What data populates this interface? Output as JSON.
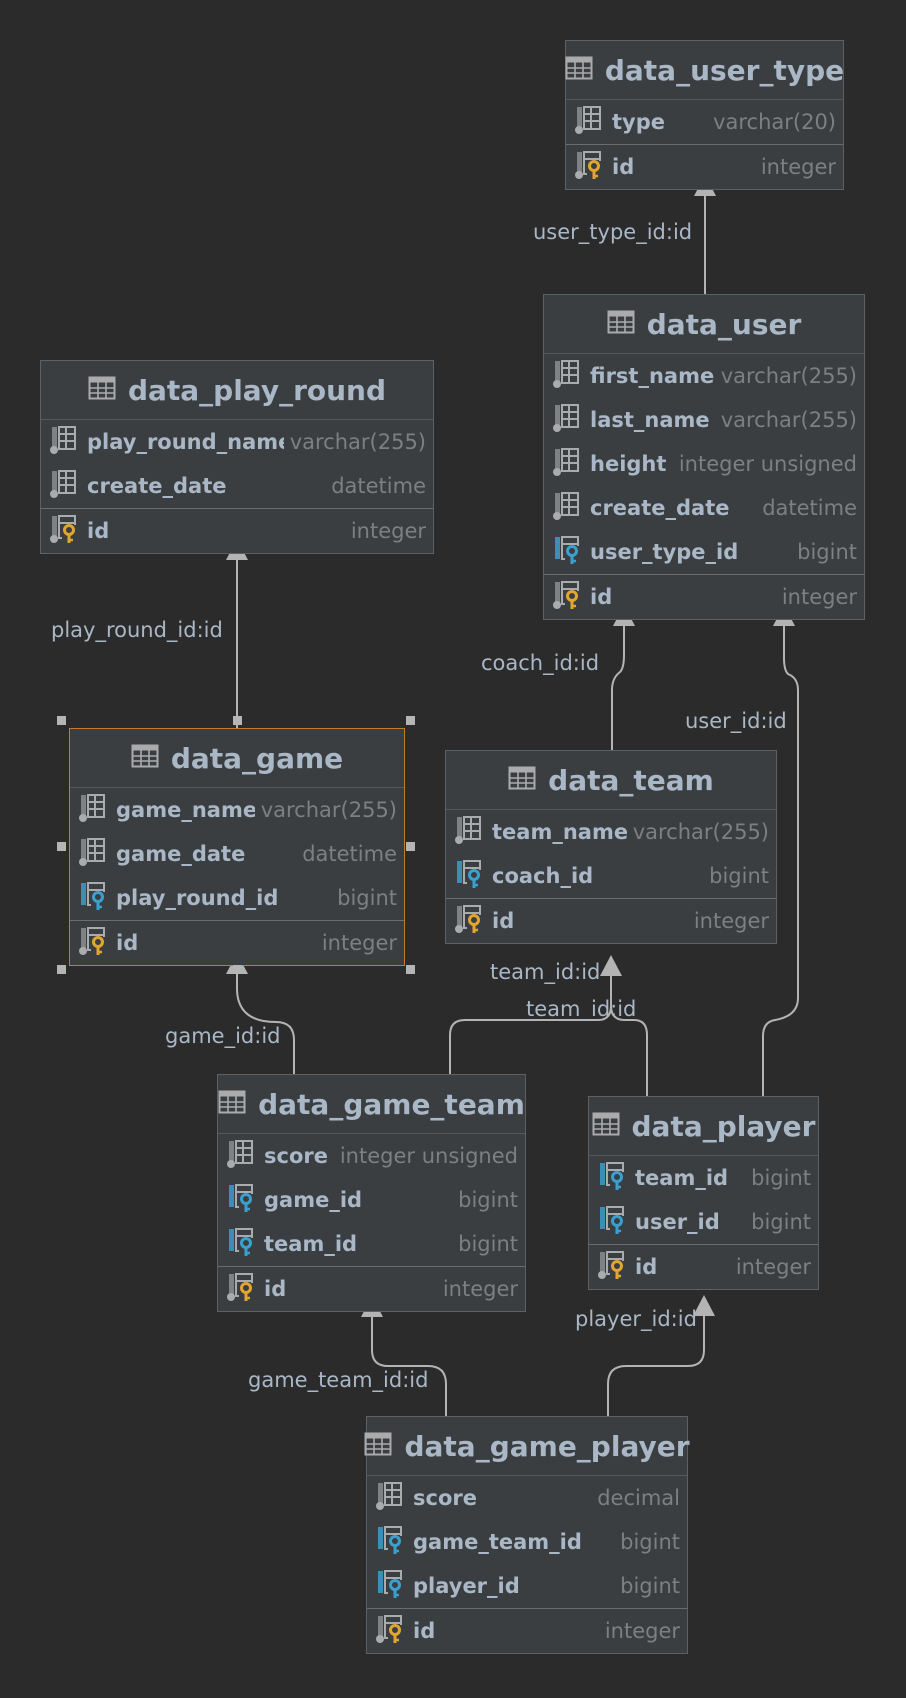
{
  "tables": [
    {
      "id": "data_user_type",
      "title": "data_user_type",
      "columns": [
        {
          "name": "type",
          "type": "varchar(20)",
          "kind": "col"
        }
      ],
      "pk": {
        "name": "id",
        "type": "integer"
      }
    },
    {
      "id": "data_user",
      "title": "data_user",
      "columns": [
        {
          "name": "first_name",
          "type": "varchar(255)",
          "kind": "col"
        },
        {
          "name": "last_name",
          "type": "varchar(255)",
          "kind": "col"
        },
        {
          "name": "height",
          "type": "integer unsigned",
          "kind": "col"
        },
        {
          "name": "create_date",
          "type": "datetime",
          "kind": "col"
        },
        {
          "name": "user_type_id",
          "type": "bigint",
          "kind": "fk"
        }
      ],
      "pk": {
        "name": "id",
        "type": "integer"
      }
    },
    {
      "id": "data_play_round",
      "title": "data_play_round",
      "columns": [
        {
          "name": "play_round_name",
          "type": "varchar(255)",
          "kind": "col"
        },
        {
          "name": "create_date",
          "type": "datetime",
          "kind": "col"
        }
      ],
      "pk": {
        "name": "id",
        "type": "integer"
      }
    },
    {
      "id": "data_game",
      "title": "data_game",
      "selected": true,
      "columns": [
        {
          "name": "game_name",
          "type": "varchar(255)",
          "kind": "col"
        },
        {
          "name": "game_date",
          "type": "datetime",
          "kind": "col"
        },
        {
          "name": "play_round_id",
          "type": "bigint",
          "kind": "fk"
        }
      ],
      "pk": {
        "name": "id",
        "type": "integer"
      }
    },
    {
      "id": "data_team",
      "title": "data_team",
      "columns": [
        {
          "name": "team_name",
          "type": "varchar(255)",
          "kind": "col"
        },
        {
          "name": "coach_id",
          "type": "bigint",
          "kind": "fk"
        }
      ],
      "pk": {
        "name": "id",
        "type": "integer"
      }
    },
    {
      "id": "data_game_team",
      "title": "data_game_team",
      "columns": [
        {
          "name": "score",
          "type": "integer unsigned",
          "kind": "col"
        },
        {
          "name": "game_id",
          "type": "bigint",
          "kind": "fk"
        },
        {
          "name": "team_id",
          "type": "bigint",
          "kind": "fk"
        }
      ],
      "pk": {
        "name": "id",
        "type": "integer"
      }
    },
    {
      "id": "data_player",
      "title": "data_player",
      "columns": [
        {
          "name": "team_id",
          "type": "bigint",
          "kind": "fk"
        },
        {
          "name": "user_id",
          "type": "bigint",
          "kind": "fk"
        }
      ],
      "pk": {
        "name": "id",
        "type": "integer"
      }
    },
    {
      "id": "data_game_player",
      "title": "data_game_player",
      "columns": [
        {
          "name": "score",
          "type": "decimal",
          "kind": "col"
        },
        {
          "name": "game_team_id",
          "type": "bigint",
          "kind": "fk"
        },
        {
          "name": "player_id",
          "type": "bigint",
          "kind": "fk"
        }
      ],
      "pk": {
        "name": "id",
        "type": "integer"
      }
    }
  ],
  "relations": [
    {
      "id": "user_type",
      "label": "user_type_id:id"
    },
    {
      "id": "play_round",
      "label": "play_round_id:id"
    },
    {
      "id": "coach",
      "label": "coach_id:id"
    },
    {
      "id": "user",
      "label": "user_id:id"
    },
    {
      "id": "team_gt",
      "label": "team_id:id"
    },
    {
      "id": "team_p",
      "label": "team_id:id"
    },
    {
      "id": "game",
      "label": "game_id:id"
    },
    {
      "id": "player",
      "label": "player_id:id"
    },
    {
      "id": "game_team",
      "label": "game_team_id:id"
    }
  ],
  "colors": {
    "background": "#2b2b2b",
    "panel": "#3b3e40",
    "text": "#a9b7c6",
    "type": "#7d7f81",
    "pk_key": "#e0a630",
    "fk_key": "#3ba0d0",
    "fk_bar": "#3b8fb5",
    "selection": "#c27c30",
    "edge": "#b4b4b4"
  },
  "icons": [
    "table-icon",
    "column-icon",
    "primary-key-icon",
    "foreign-key-icon"
  ]
}
